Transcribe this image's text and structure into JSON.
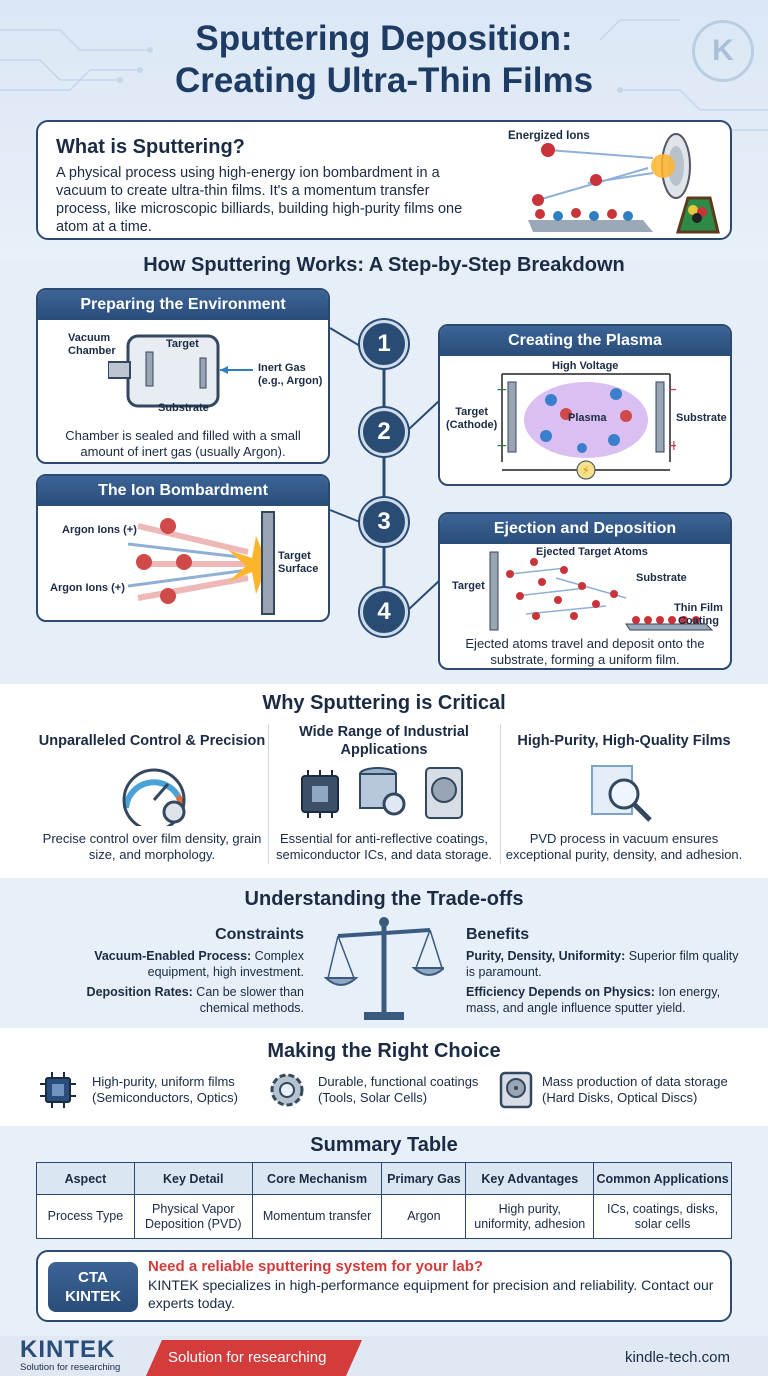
{
  "header": {
    "title_line1": "Sputtering Deposition:",
    "title_line2": "Creating Ultra-Thin Films",
    "badge_letter": "K"
  },
  "intro": {
    "heading": "What is Sputtering?",
    "text": "A physical process using high-energy ion bombardment in a vacuum to create ultra-thin films. It's a momentum transfer process, like microscopic billiards, building high-purity films one atom at a time.",
    "ions_label": "Energized Ions"
  },
  "how": {
    "heading": "How Sputtering Works: A Step-by-Step Breakdown",
    "steps": [
      {
        "number": "1",
        "title": "Preparing the Environment",
        "label_chamber_1": "Vacuum",
        "label_chamber_2": "Chamber",
        "label_target": "Target",
        "label_gas_1": "Inert Gas",
        "label_gas_2": "(e.g., Argon)",
        "label_substrate": "Substrate",
        "caption_1": "Chamber is sealed and filled with a small",
        "caption_2": "amount of inert gas (usually Argon)."
      },
      {
        "number": "2",
        "title": "Creating the Plasma",
        "label_voltage": "High Voltage",
        "label_target_1": "Target",
        "label_target_2": "(Cathode)",
        "label_plasma": "Plasma",
        "label_substrate": "Substrate"
      },
      {
        "number": "3",
        "title": "The Ion Bombardment",
        "label_ions_top": "Argon Ions (+)",
        "label_ions_bottom": "Argon Ions (+)",
        "label_surface_1": "Target",
        "label_surface_2": "Surface"
      },
      {
        "number": "4",
        "title": "Ejection and Deposition",
        "label_ejected": "Ejected Target Atoms",
        "label_target": "Target",
        "label_substrate": "Substrate",
        "label_coating_1": "Thin Film",
        "label_coating_2": "Coating",
        "caption_1": "Ejected atoms travel and deposit onto the",
        "caption_2": "substrate, forming a uniform film."
      }
    ]
  },
  "why": {
    "heading": "Why Sputtering is Critical",
    "items": [
      {
        "title": "Unparalleled Control & Precision",
        "text": "Precise control over film density, grain size, and morphology.",
        "icon": "gauge-gear-icon"
      },
      {
        "title": "Wide Range of Industrial Applications",
        "text": "Essential for anti-reflective coatings, semiconductor ICs, and data storage.",
        "icon": "chip-disk-icon"
      },
      {
        "title": "High-Purity, High-Quality Films",
        "text": "PVD process in vacuum ensures exceptional purity, density, and adhesion.",
        "icon": "magnifier-film-icon"
      }
    ]
  },
  "tradeoffs": {
    "heading": "Understanding the Trade-offs",
    "constraints_heading": "Constraints",
    "constraints": [
      {
        "bold": "Vacuum-Enabled Process:",
        "text": " Complex equipment, high investment."
      },
      {
        "bold": "Deposition Rates:",
        "text": " Can be slower than chemical methods."
      }
    ],
    "benefits_heading": "Benefits",
    "benefits": [
      {
        "bold": "Purity, Density, Uniformity:",
        "text": " Superior film quality is paramount."
      },
      {
        "bold": "Efficiency Depends on Physics:",
        "text": " Ion energy, mass, and angle influence sputter yield."
      }
    ]
  },
  "choice": {
    "heading": "Making the Right Choice",
    "items": [
      {
        "line1": "High-purity, uniform films",
        "line2": "(Semiconductors, Optics)"
      },
      {
        "line1": "Durable, functional coatings",
        "line2": "(Tools, Solar Cells)"
      },
      {
        "line1": "Mass production of data storage",
        "line2": "(Hard Disks, Optical Discs)"
      }
    ]
  },
  "summary": {
    "heading": "Summary Table",
    "columns": [
      "Aspect",
      "Key Detail",
      "Core Mechanism",
      "Primary Gas",
      "Key Advantages",
      "Common Applications"
    ],
    "row": [
      "Process Type",
      "Physical Vapor Deposition (PVD)",
      "Momentum transfer",
      "Argon",
      "High purity, uniformity, adhesion",
      "ICs, coatings, disks, solar cells"
    ]
  },
  "cta": {
    "badge_line1": "CTA",
    "badge_line2": "KINTEK",
    "heading": "Need a reliable sputtering system for your lab?",
    "text": "KINTEK specializes in high-performance equipment for precision and reliability. Contact our experts today."
  },
  "footer": {
    "logo": "KINTEK",
    "tagline": "Solution for researching",
    "banner": "Solution for researching",
    "url": "kindle-tech.com"
  },
  "colors": {
    "navy": "#2a4d7a",
    "accent_red": "#d43b3b",
    "plasma_purple": "#b98ae8"
  }
}
